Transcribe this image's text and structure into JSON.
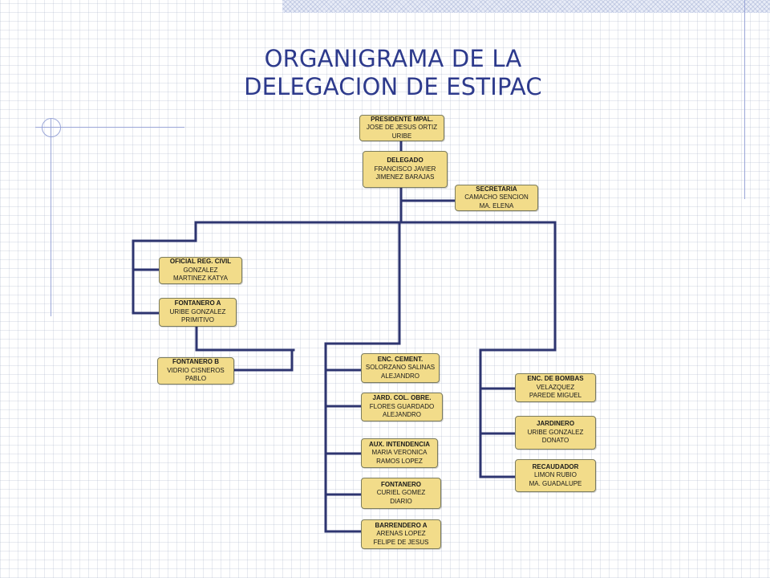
{
  "title": {
    "line1": "ORGANIGRAMA DE LA",
    "line2": "DELEGACION DE ESTIPAC"
  },
  "nodes": {
    "presidente": {
      "role": "PRESIDENTE MPAL.",
      "line1": "JOSE DE JESUS ORTIZ",
      "line2": "URIBE"
    },
    "delegado": {
      "role": "DELEGADO",
      "line1": "FRANCISCO JAVIER",
      "line2": "JIMENEZ BARAJAS"
    },
    "secretaria": {
      "role": "SECRETARIA",
      "line1": "CAMACHO SENCION",
      "line2": "MA. ELENA"
    },
    "oficial_reg_civil": {
      "role": "OFICIAL REG. CIVIL",
      "line1": "GONZALEZ",
      "line2": "MARTINEZ KATYA"
    },
    "fontanero_a": {
      "role": "FONTANERO A",
      "line1": "URIBE GONZALEZ",
      "line2": "PRIMITIVO"
    },
    "fontanero_b": {
      "role": "FONTANERO B",
      "line1": "VIDRIO CISNEROS",
      "line2": "PABLO"
    },
    "enc_cement": {
      "role": "ENC. CEMENT.",
      "line1": "SOLORZANO SALINAS",
      "line2": "ALEJANDRO"
    },
    "jard_col_obre": {
      "role": "JARD. COL. OBRE.",
      "line1": "FLORES GUARDADO",
      "line2": "ALEJANDRO"
    },
    "aux_intendencia": {
      "role": "AUX. INTENDENCIA",
      "line1": "MARIA VERONICA",
      "line2": "RAMOS LOPEZ"
    },
    "fontanero": {
      "role": "FONTANERO",
      "line1": "CURIEL GOMEZ",
      "line2": "DIARIO"
    },
    "barrendero_a": {
      "role": "BARRENDERO A",
      "line1": "ARENAS LOPEZ",
      "line2": "FELIPE DE JESUS"
    },
    "enc_bombas": {
      "role": "ENC. DE BOMBAS",
      "line1": "VELAZQUEZ",
      "line2": "PAREDE MIGUEL"
    },
    "jardinero": {
      "role": "JARDINERO",
      "line1": "URIBE GONZALEZ",
      "line2": "DONATO"
    },
    "recaudador": {
      "role": "RECAUDADOR",
      "line1": "LIMON RUBIO",
      "line2": "MA. GUADALUPE"
    }
  },
  "colors": {
    "node_fill": "#f2dc8a",
    "connector": "#2e3570",
    "title": "#2d3a8c",
    "decor": "#9aa6d8"
  }
}
